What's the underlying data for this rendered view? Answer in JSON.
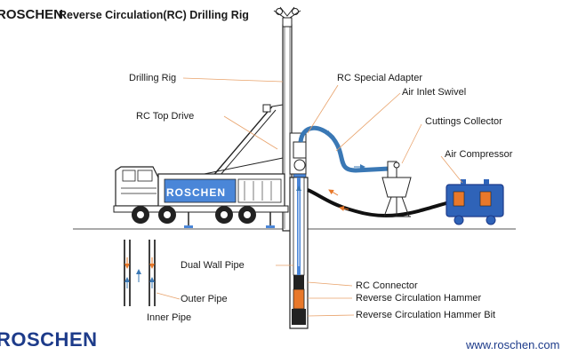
{
  "header": {
    "brand": "ROSCHEN",
    "title": "Reverse Circulation(RC) Drilling Rig"
  },
  "labels": {
    "drilling_rig": "Drilling Rig",
    "rc_top_drive": "RC Top Drive",
    "rc_special_adapter": "RC Special Adapter",
    "air_inlet_swivel": "Air Inlet Swivel",
    "cuttings_collector": "Cuttings Collector",
    "air_compressor": "Air Compressor",
    "dual_wall_pipe": "Dual Wall Pipe",
    "outer_pipe": "Outer Pipe",
    "inner_pipe": "Inner Pipe",
    "rc_connector": "RC Connector",
    "rc_hammer": "Reverse Circulation Hammer",
    "rc_hammer_bit": "Reverse Circulation Hammer Bit"
  },
  "truck_logo": "ROSCHEN",
  "footer": {
    "logo": "ROSCHEN",
    "website": "www.roschen.com"
  },
  "colors": {
    "brand_blue": "#1d3b8a",
    "hose_blue": "#3a78b5",
    "arrow_orange": "#e8782a",
    "compressor_blue": "#2f63b8",
    "pipe_blue": "#4a86d8"
  }
}
